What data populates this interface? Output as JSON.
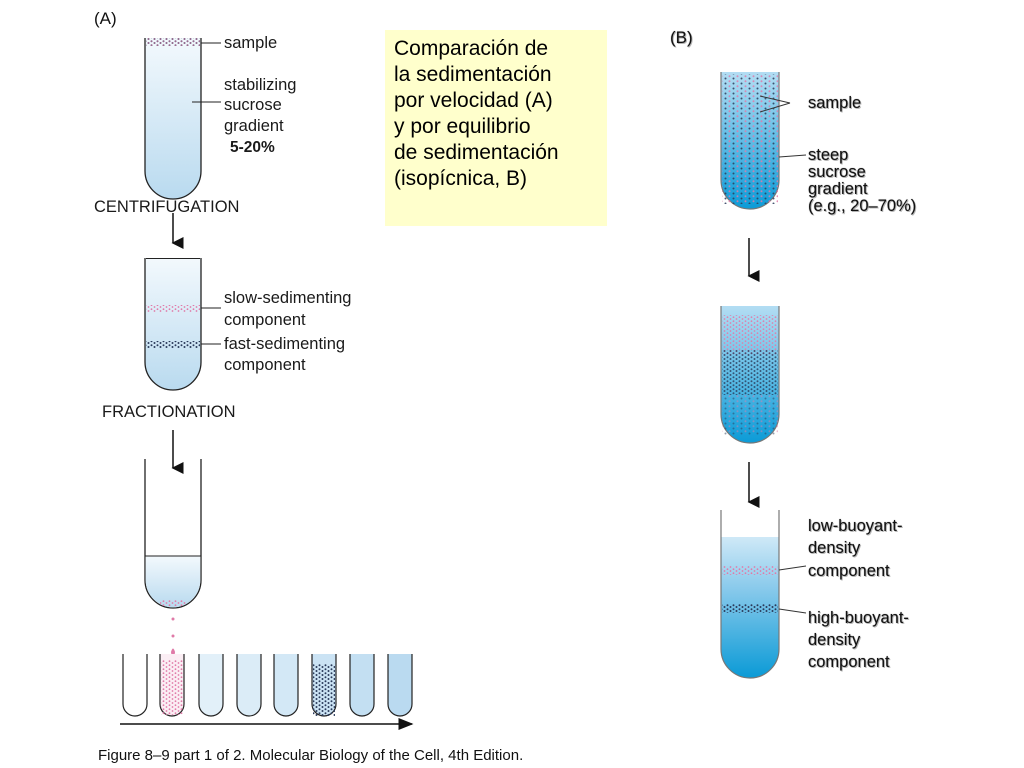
{
  "panel_a": {
    "label": "(A)",
    "sample": "sample",
    "stabilizing": [
      "stabilizing",
      "sucrose",
      "gradient"
    ],
    "range": "5-20%",
    "centrifugation": "CENTRIFUGATION",
    "slow": [
      "slow-sedimenting",
      "component"
    ],
    "fast": [
      "fast-sedimenting",
      "component"
    ],
    "fractionation": "FRACTIONATION"
  },
  "panel_b": {
    "label": "(B)",
    "sample": "sample",
    "steep": [
      "steep",
      "sucrose",
      "gradient",
      "(e.g., 20–70%)"
    ],
    "low": [
      "low-buoyant-",
      "density",
      "component"
    ],
    "high": [
      "high-buoyant-",
      "density",
      "component"
    ]
  },
  "note": [
    "Comparación de",
    "la sedimentación",
    "por velocidad (A)",
    "y por equilibrio",
    "de sedimentación",
    "(isopícnica, B)"
  ],
  "caption": "Figure 8–9 part 1 of 2. Molecular Biology of the Cell, 4th Edition.",
  "colors": {
    "gradient_light": "#eef6fc",
    "gradient_dark": "#bcdcf0",
    "b_gradient_top": "#a9d8f2",
    "b_gradient_bottom": "#0a9ad6",
    "pink": "#e07aa8",
    "dark": "#2a3a5a",
    "note_bg": "#ffffcc"
  }
}
